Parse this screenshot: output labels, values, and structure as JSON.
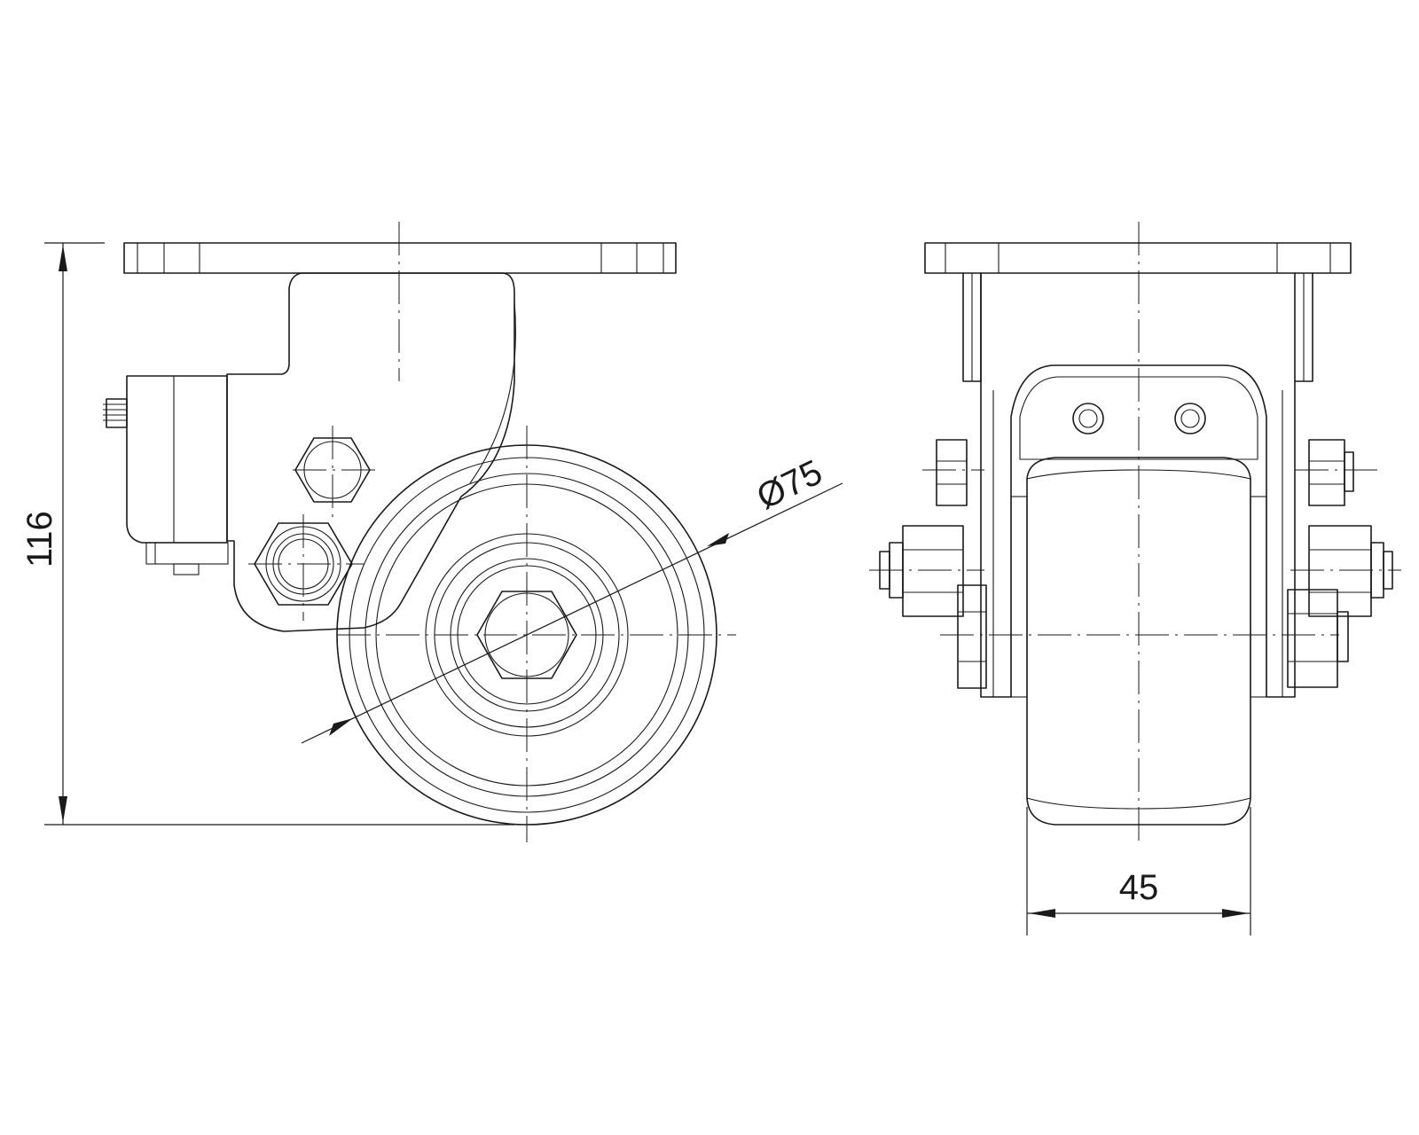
{
  "drawing": {
    "subject": "caster",
    "dimensions": {
      "height": "116",
      "wheel_diameter": "Ø75",
      "wheel_width": "45"
    }
  }
}
